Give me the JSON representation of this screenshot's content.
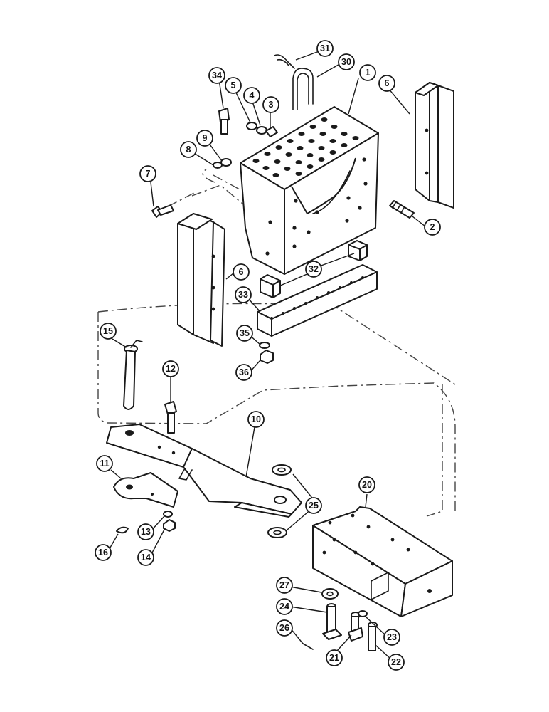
{
  "callouts": {
    "c1": "1",
    "c2": "2",
    "c3": "3",
    "c4": "4",
    "c5": "5",
    "c6a": "6",
    "c6b": "6",
    "c7": "7",
    "c8": "8",
    "c9": "9",
    "c10": "10",
    "c11": "11",
    "c12": "12",
    "c13": "13",
    "c14": "14",
    "c15": "15",
    "c16": "16",
    "c20": "20",
    "c21": "21",
    "c22": "22",
    "c23": "23",
    "c24": "24",
    "c25": "25",
    "c26": "26",
    "c27": "27",
    "c30": "30",
    "c31": "31",
    "c32": "32",
    "c33": "33",
    "c34": "34",
    "c35": "35",
    "c36": "36"
  },
  "colors": {
    "ink": "#1a1a1a",
    "paper": "#ffffff"
  }
}
